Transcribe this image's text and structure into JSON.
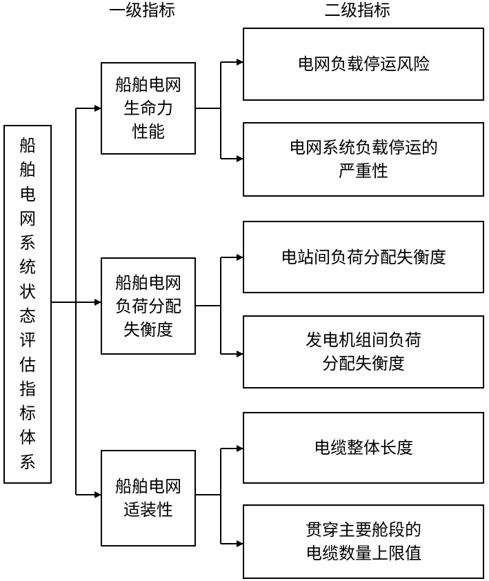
{
  "headers": {
    "level1": "一级指标",
    "level2": "二级指标"
  },
  "root": {
    "chars": [
      "船",
      "舶",
      "电",
      "网",
      "系",
      "统",
      "状",
      "态",
      "评",
      "估",
      "指",
      "标",
      "体",
      "系"
    ]
  },
  "level1": [
    {
      "label": "船舶电网\n生命力\n性能",
      "children": [
        "电网负载停运风险",
        "电网系统负载停运的\n严重性"
      ]
    },
    {
      "label": "船舶电网\n负荷分配\n失衡度",
      "children": [
        "电站间负荷分配失衡度",
        "发电机组间负荷\n分配失衡度"
      ]
    },
    {
      "label": "船舶电网\n适装性",
      "children": [
        "电缆整体长度",
        "贯穿主要舱段的\n电缆数量上限值"
      ]
    }
  ]
}
